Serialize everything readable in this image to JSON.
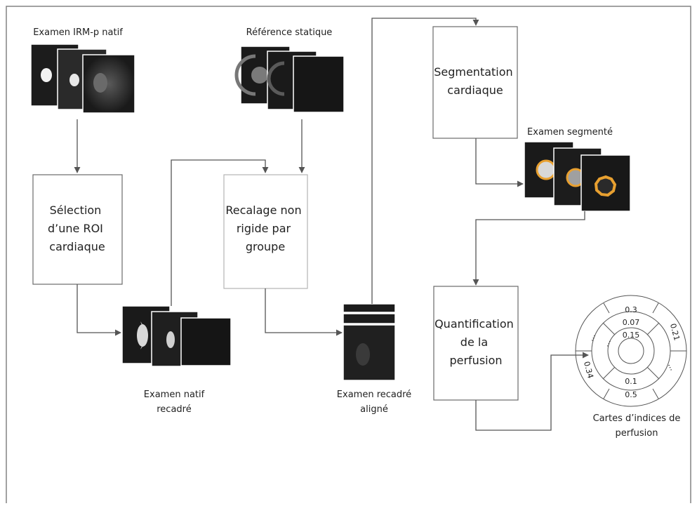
{
  "diagram": {
    "labels": {
      "native_exam": "Examen IRM-p natif",
      "static_reference": "Référence statique",
      "cropped_native_1": "Examen natif",
      "cropped_native_2": "recadré",
      "aligned_1": "Examen recadré",
      "aligned_2": "aligné",
      "segmented": "Examen segmenté",
      "maps_1": "Cartes d’indices de",
      "maps_2": "perfusion"
    },
    "boxes": {
      "roi": [
        "Sélection",
        "d’une ROI",
        "cardiaque"
      ],
      "registration": [
        "Recalage non",
        "rigide par",
        "groupe"
      ],
      "segmentation": [
        "Segmentation",
        "cardiaque"
      ],
      "quantification": [
        "Quantification",
        "de la",
        "perfusion"
      ]
    },
    "bullseye": {
      "values": [
        "0.3",
        "0.07",
        "0.15",
        "0.21",
        "0.34",
        "0.1",
        "0.5",
        "...",
        "...",
        "..."
      ]
    }
  },
  "colors": {
    "line": "#555555",
    "box_border": "#6a6a6a",
    "segmentation_ring": "#e8a030"
  }
}
